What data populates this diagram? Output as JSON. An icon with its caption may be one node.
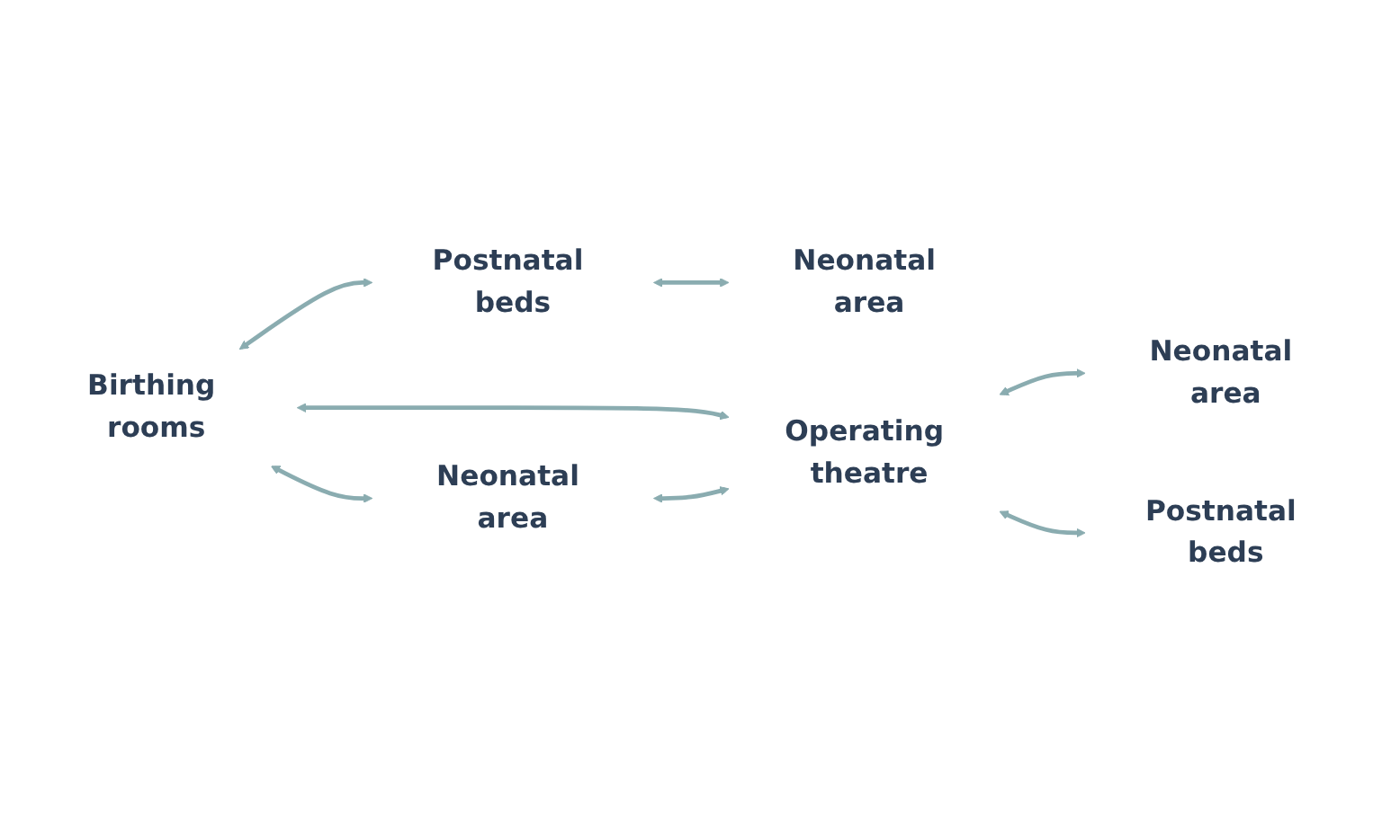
{
  "diagram": {
    "nodes": [
      {
        "text": [
          "Birthing rooms"
        ]
      },
      {
        "text": [
          "Postnatal beds"
        ]
      },
      {
        "text": [
          "Neonatal area"
        ]
      },
      {
        "text": [
          "Neonatal area"
        ]
      },
      {
        "text": [
          "Operating theatre"
        ]
      },
      {
        "text": [
          "Neonatal area"
        ]
      },
      {
        "text": [
          "Postnatal beds"
        ]
      }
    ],
    "edges": [
      {
        "from": 0,
        "to": 1,
        "arrow": "both"
      },
      {
        "from": 1,
        "to": 2,
        "arrow": "both"
      },
      {
        "from": 0,
        "to": 3,
        "arrow": "both"
      },
      {
        "from": 0,
        "to": 4,
        "arrow": "both"
      },
      {
        "from": 3,
        "to": 4,
        "arrow": "both"
      },
      {
        "from": 4,
        "to": 5,
        "arrow": "both"
      },
      {
        "from": 4,
        "to": 6,
        "arrow": "both"
      }
    ]
  }
}
